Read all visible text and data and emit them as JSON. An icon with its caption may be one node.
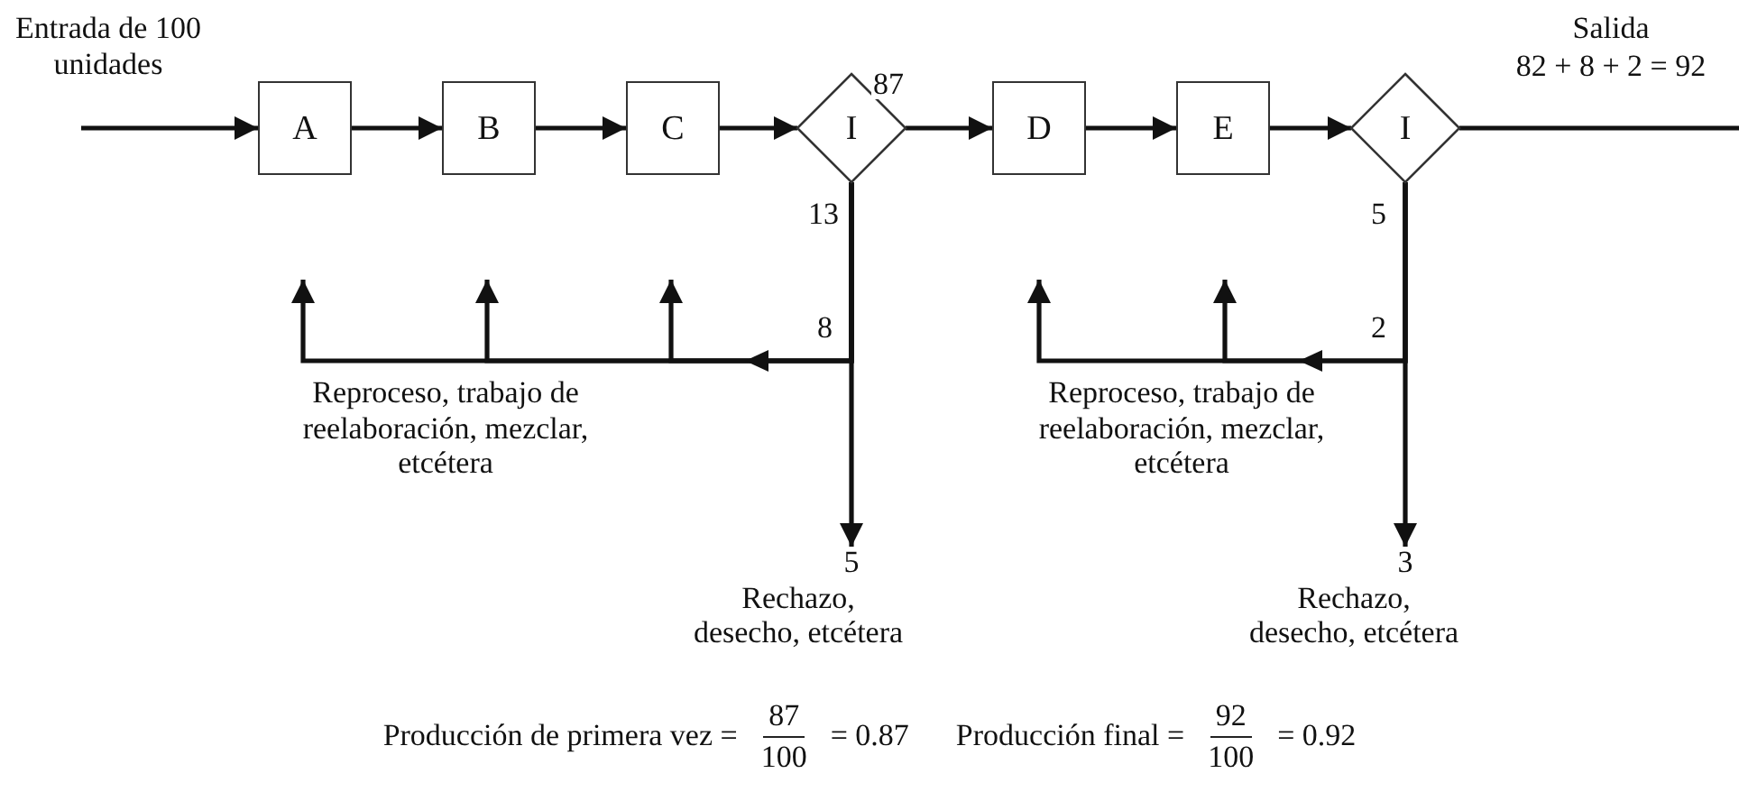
{
  "diagram": {
    "nodes": [
      {
        "text": [
          "A"
        ]
      },
      {
        "text": [
          "B"
        ]
      },
      {
        "text": [
          "C"
        ]
      },
      {
        "text": [
          "I"
        ]
      },
      {
        "text": [
          "D"
        ]
      },
      {
        "text": [
          "E"
        ]
      },
      {
        "text": [
          "I"
        ]
      },
      {
        "text": [
          "5",
          "Rechazo, desecho, etcétera"
        ]
      },
      {
        "text": [
          "3",
          "Rechazo, desecho, etcétera"
        ]
      }
    ],
    "edges": [
      {
        "from": null,
        "to": 0,
        "arrow": "to"
      },
      {
        "from": 0,
        "to": 1,
        "arrow": "to"
      },
      {
        "from": 1,
        "to": 2,
        "arrow": "to"
      },
      {
        "from": 2,
        "to": 3,
        "arrow": "to"
      },
      {
        "from": 3,
        "to": 4,
        "arrow": "to",
        "label": "87"
      },
      {
        "from": 4,
        "to": 5,
        "arrow": "to"
      },
      {
        "from": 5,
        "to": 6,
        "arrow": "to"
      },
      {
        "from": 6,
        "to": null,
        "arrow": "none"
      },
      {
        "from": 3,
        "to": 7,
        "arrow": "to",
        "label": "13"
      },
      {
        "from": 3,
        "to": null,
        "arrow": "to",
        "label": "8"
      },
      {
        "from": 3,
        "to": null,
        "arrow": "to"
      },
      {
        "from": 3,
        "to": null,
        "arrow": "to"
      },
      {
        "from": 6,
        "to": 8,
        "arrow": "to",
        "label": "5"
      },
      {
        "from": 6,
        "to": null,
        "arrow": "to",
        "label": "2"
      },
      {
        "from": 6,
        "to": null,
        "arrow": "to"
      }
    ],
    "labels": [
      "Entrada de 100 unidades",
      "Salida",
      "82 + 8 + 2 = 92",
      "Reproceso, trabajo de reelaboración, mezclar, etcétera",
      "Reproceso, trabajo de reelaboración, mezclar, etcétera",
      "Producción de primera vez =",
      "87",
      "100",
      "= 0.87",
      "Producción final =",
      "92",
      "100",
      "= 0.92"
    ]
  }
}
